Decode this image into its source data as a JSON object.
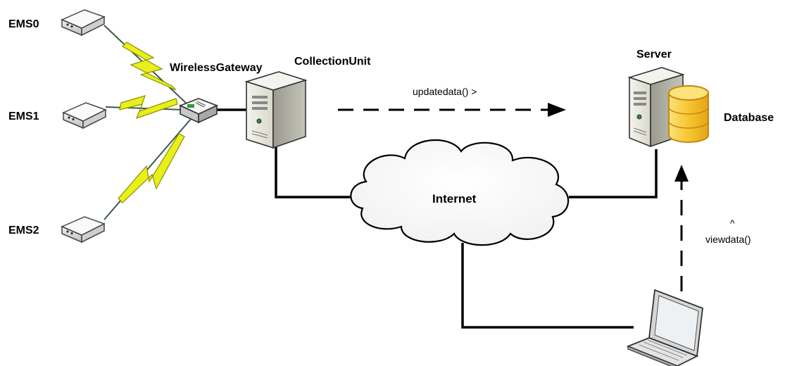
{
  "nodes": {
    "ems0": "EMS0",
    "ems1": "EMS1",
    "ems2": "EMS2",
    "gateway": "WirelessGateway",
    "collection_unit": "CollectionUnit",
    "server": "Server",
    "database": "Database",
    "internet": "Internet"
  },
  "edges": {
    "update": "updatedata() >",
    "view_caret": "^",
    "view": "viewdata()"
  },
  "colors": {
    "lightning": "#e8ef1a",
    "lightning_edge": "#8a8f00",
    "cable": "#000000",
    "db_fill": "#f7c531",
    "db_edge": "#c8860e"
  }
}
